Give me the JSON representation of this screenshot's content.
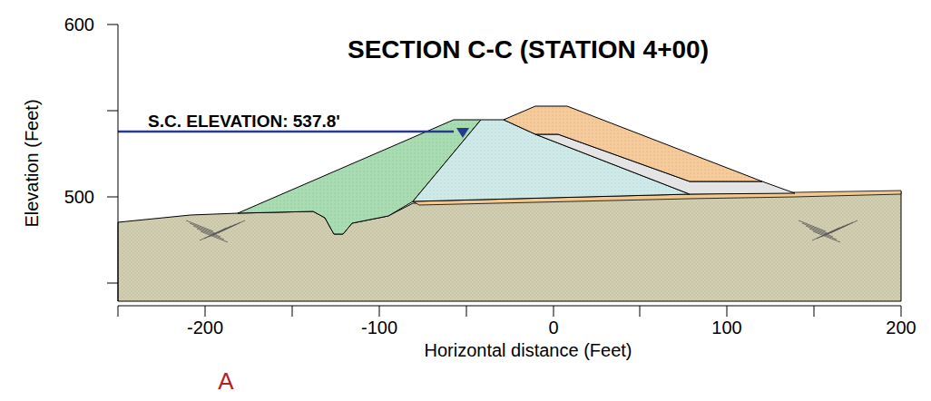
{
  "diagram": {
    "title": "SECTION C-C (STATION 4+00)",
    "labels": [
      "S.C. ELEVATION: 537.8'",
      "600",
      "500",
      "-200",
      "-100",
      "0",
      "100",
      "200",
      "Elevation (Feet)",
      "Horizontal distance (Feet)",
      "A"
    ]
  }
}
